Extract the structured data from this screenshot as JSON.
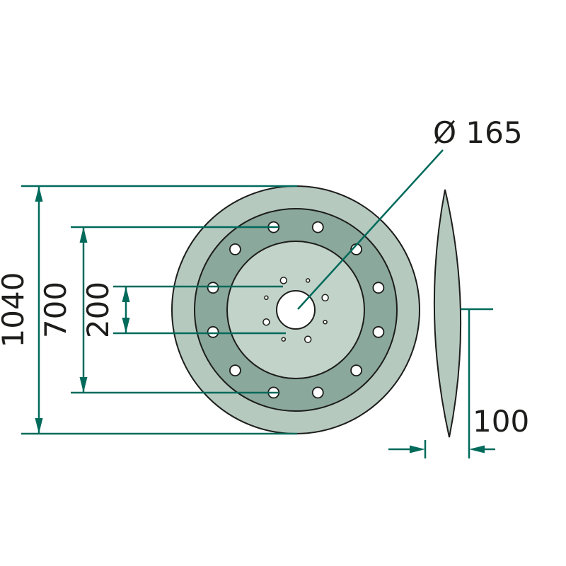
{
  "diagram": {
    "type": "technical-drawing",
    "subject": "dished disc with bolt circle, front view and side profile view",
    "labels": {
      "outer_diameter": "1040",
      "bolt_circle_diameter": "700",
      "small_hole_circle_diameter": "200",
      "center_hole_diameter": "Ø 165",
      "thickness": "100"
    },
    "front_view": {
      "bolt_holes": 12,
      "small_holes": 8
    },
    "colors": {
      "dimension_line": "#006a5b",
      "outline": "#1d1d1b",
      "disc_outer_ring": "#b5c9bf",
      "disc_middle_ring": "#8aa89b",
      "disc_inner_face": "#c2d3c9",
      "hole_fill": "#ffffff",
      "text": "#1d1d1b",
      "background": "#ffffff"
    }
  }
}
